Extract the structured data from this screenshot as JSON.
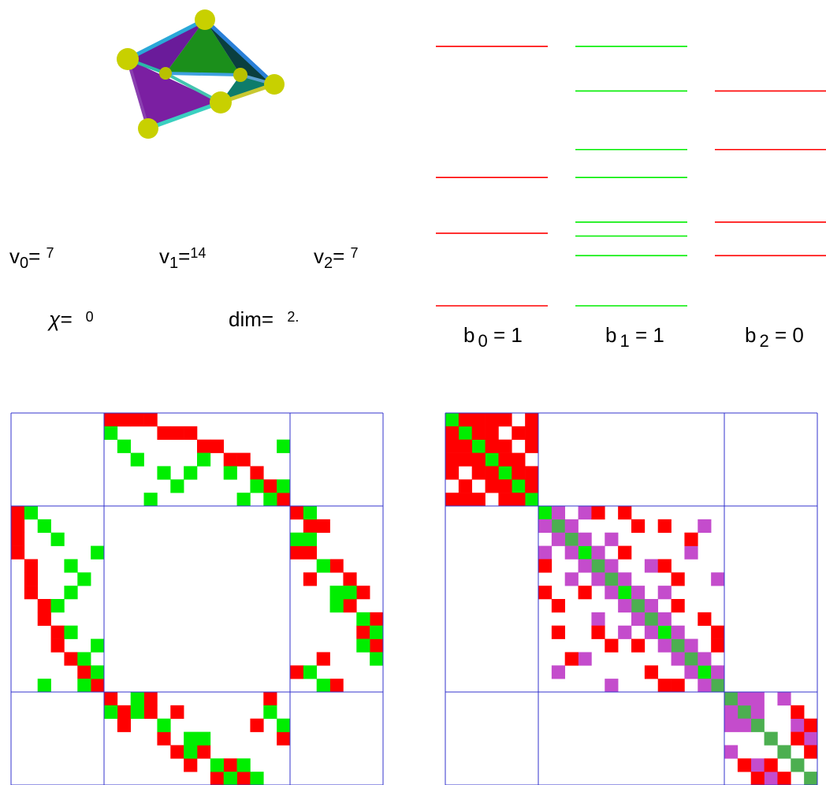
{
  "colors": {
    "red": "#ff0000",
    "green": "#00ee00",
    "grid_blue": "#3333cc",
    "purple": "#c44ccc",
    "dark_green": "#4caf50"
  },
  "simplex_counts": {
    "v0_label": "v",
    "v0_sub": "0",
    "v0_value": "7",
    "v1_label": "v",
    "v1_sub": "1",
    "v1_value": "14",
    "v2_label": "v",
    "v2_sub": "2",
    "v2_value": "7"
  },
  "invariants": {
    "chi_label": "χ=",
    "chi_value": "0",
    "dim_label": "dim=",
    "dim_value": "2."
  },
  "betti": {
    "b0_label": "b",
    "b0_sub": "0",
    "b0_value": "= 1",
    "b1_label": "b",
    "b1_sub": "1",
    "b1_value": "= 1",
    "b2_label": "b",
    "b2_sub": "2",
    "b2_value": "= 0"
  },
  "spectra": {
    "column0": [
      0,
      0.26,
      0.46,
      0.93
    ],
    "column1": [
      0,
      0.18,
      0.25,
      0.3,
      0.46,
      0.56,
      0.77,
      0.93
    ],
    "column2": [
      0.18,
      0.3,
      0.56,
      0.77
    ]
  },
  "matrices": {
    "dirac": {
      "size": 28,
      "blocks": [
        7,
        14,
        7
      ]
    },
    "laplacian": {
      "size": 28,
      "blocks": [
        7,
        14,
        7
      ]
    }
  }
}
